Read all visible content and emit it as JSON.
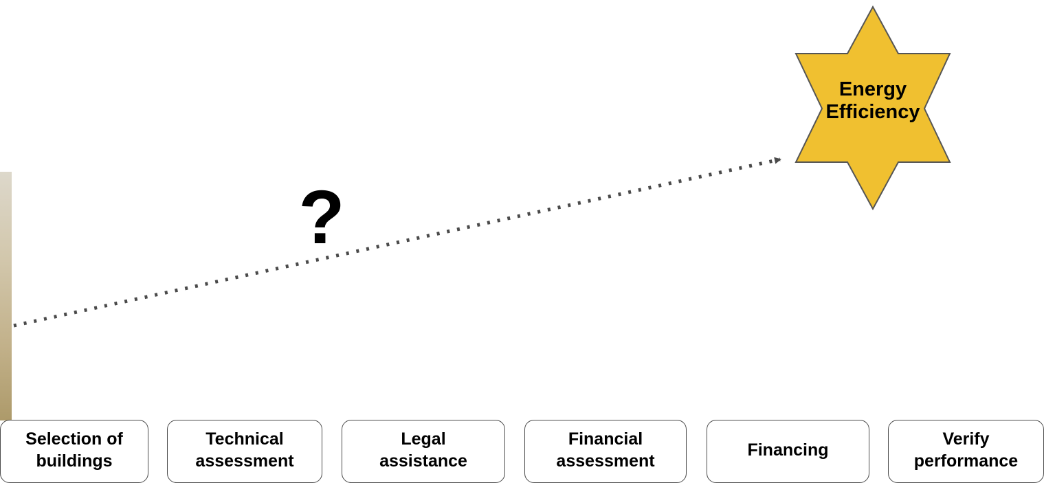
{
  "target": {
    "label": "Energy\nEfficiency",
    "shape": "six-pointed-star",
    "fill_color": "#f0c030",
    "stroke_color": "#555555"
  },
  "path": {
    "style": "dotted-arrow",
    "color": "#4a4a4a",
    "question_label": "?"
  },
  "steps": [
    {
      "label": "Selection of\nbuildings"
    },
    {
      "label": "Technical\nassessment"
    },
    {
      "label": "Legal\nassistance"
    },
    {
      "label": "Financial\nassessment"
    },
    {
      "label": "Financing"
    },
    {
      "label": "Verify\nperformance"
    }
  ]
}
